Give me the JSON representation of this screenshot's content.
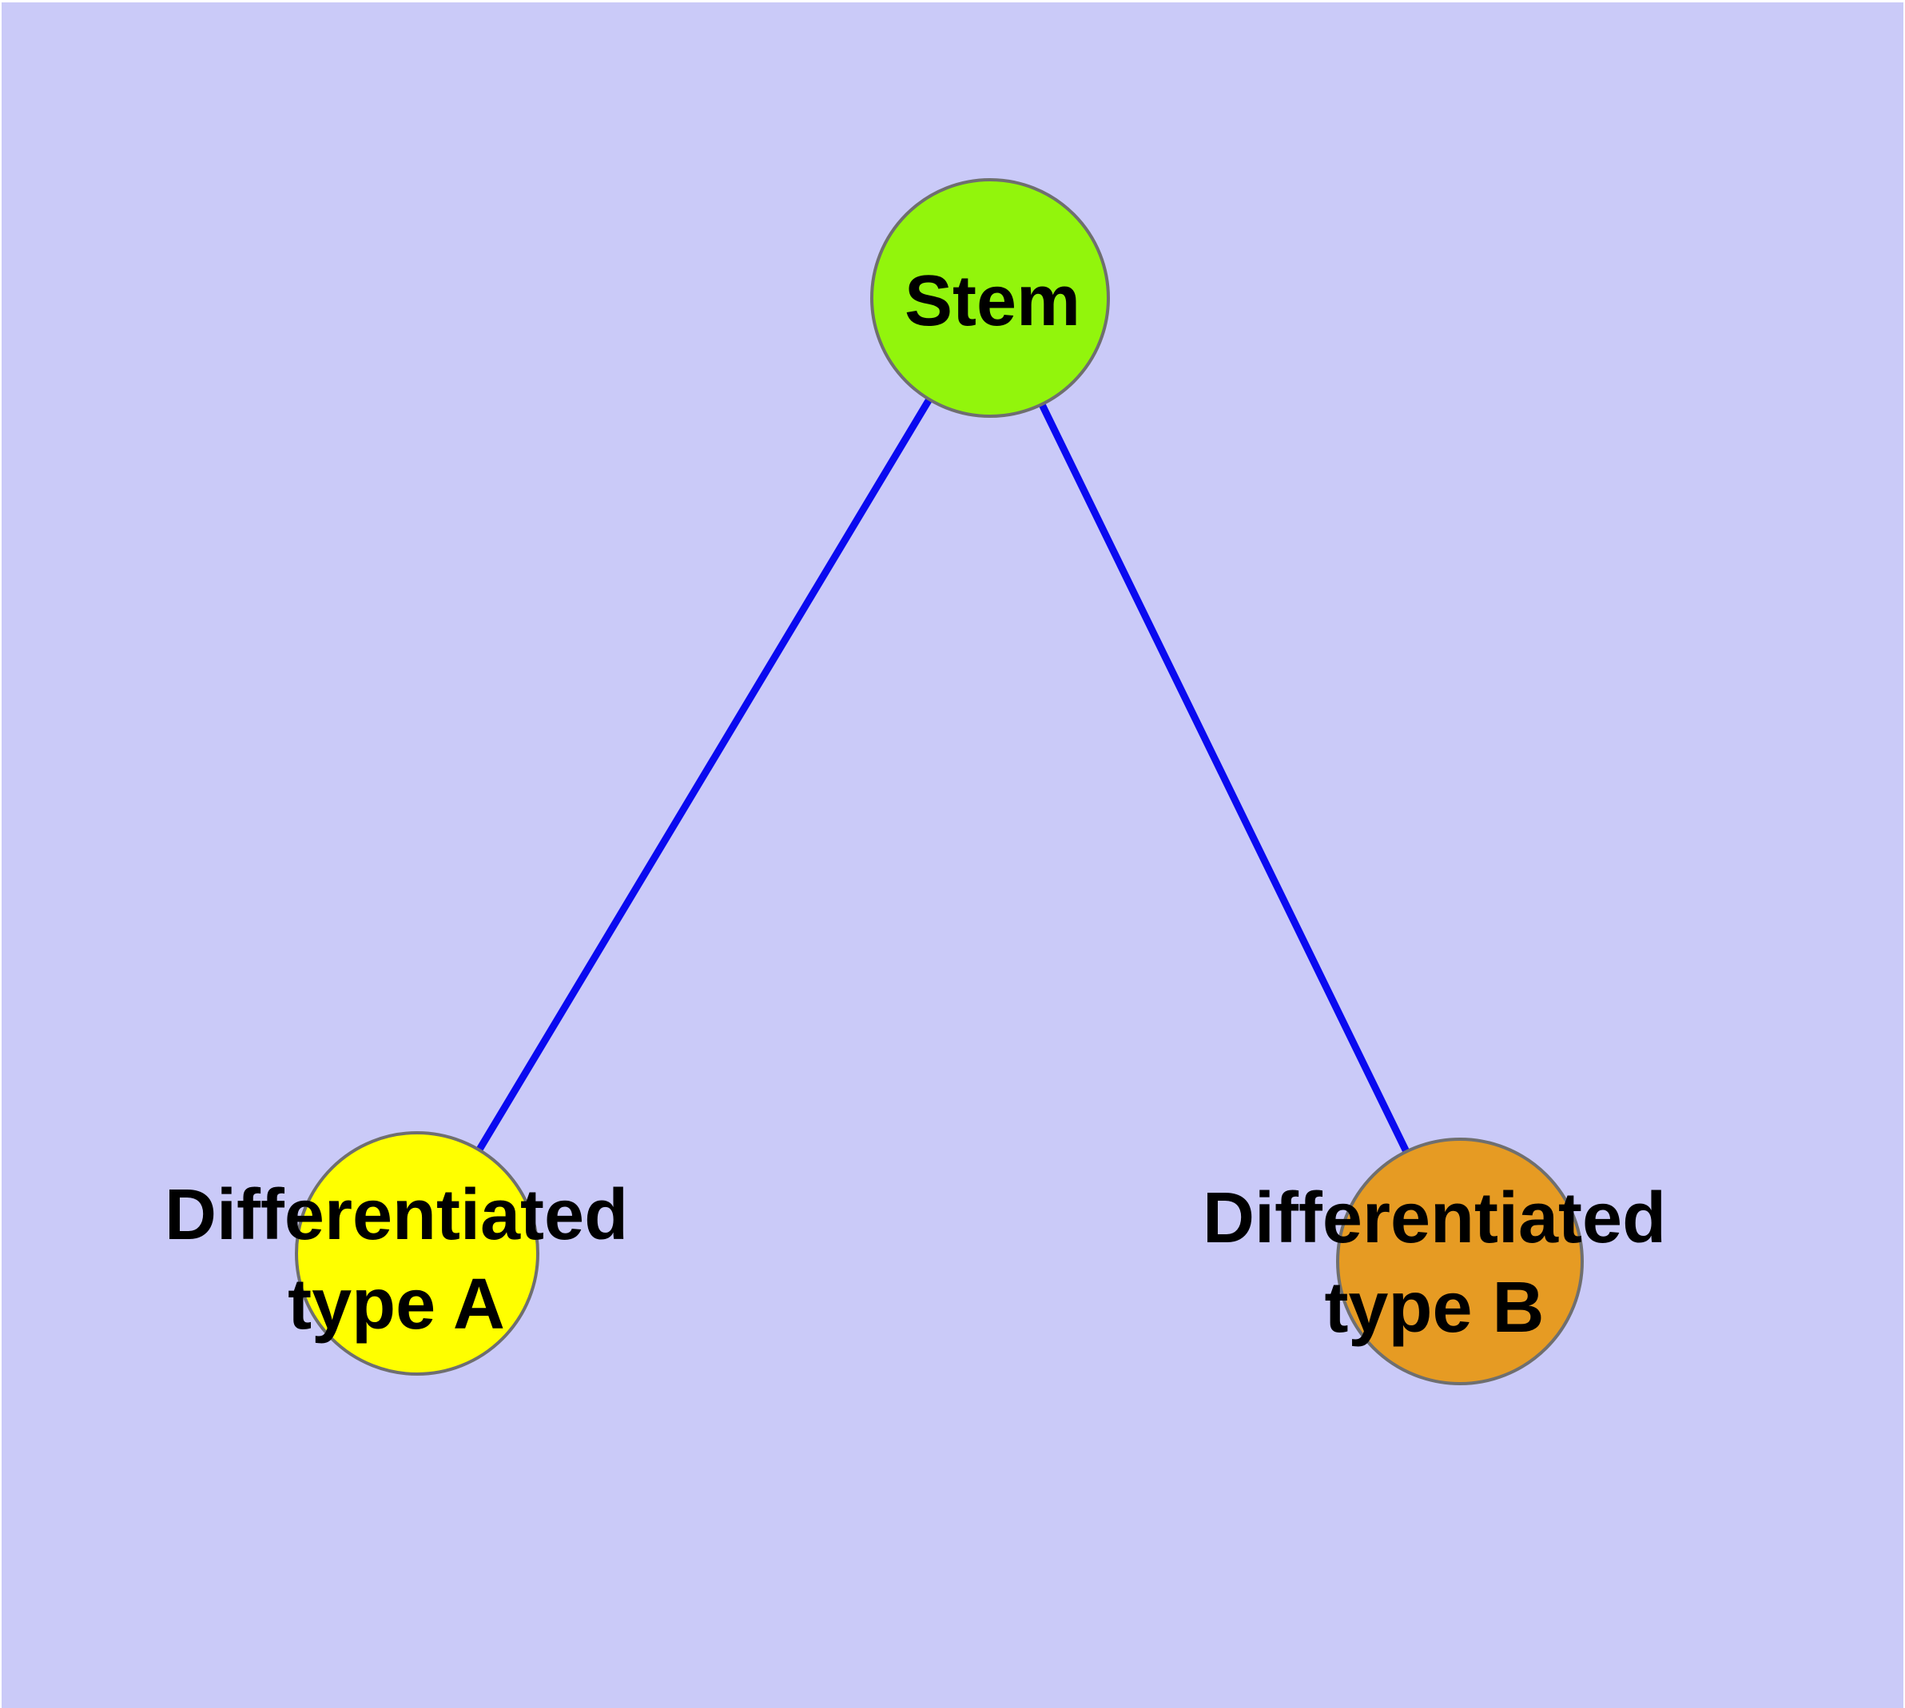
{
  "diagram": {
    "background_color": "#CACAF8",
    "page_margin_color": "#FFFFFF",
    "edge_color": "#0A0AF0",
    "node_border_color": "#6F6F6F",
    "label_color": "#000000",
    "nodes": [
      {
        "id": "stem",
        "label": "Stem",
        "fill_color": "#92F50C"
      },
      {
        "id": "differentiated-type-a",
        "label": "Differentiated\ntype A",
        "fill_color": "#FFFF00"
      },
      {
        "id": "differentiated-type-b",
        "label": "Differentiated\ntype B",
        "fill_color": "#E69B23"
      }
    ],
    "edges": [
      {
        "from": "Stem",
        "to": "Differentiated type A"
      },
      {
        "from": "Stem",
        "to": "Differentiated type B"
      }
    ]
  }
}
